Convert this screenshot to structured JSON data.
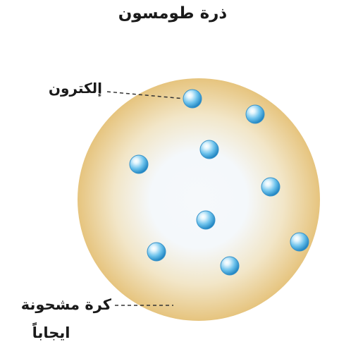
{
  "title": "ذرة طومسون",
  "labels": {
    "electron": "إلكترون",
    "sphere_line1": "كرة مشحونة",
    "sphere_line2": "ايجاباً"
  },
  "colors": {
    "sphere_outer": "#e6c47e",
    "sphere_mid": "#f2e6c8",
    "sphere_inner": "#f4f8fb",
    "electron_light": "#e3f5fd",
    "electron_mid": "#6cc2ec",
    "electron_dark": "#1f84c1",
    "leader_line": "#333333"
  },
  "electron_count": 9
}
